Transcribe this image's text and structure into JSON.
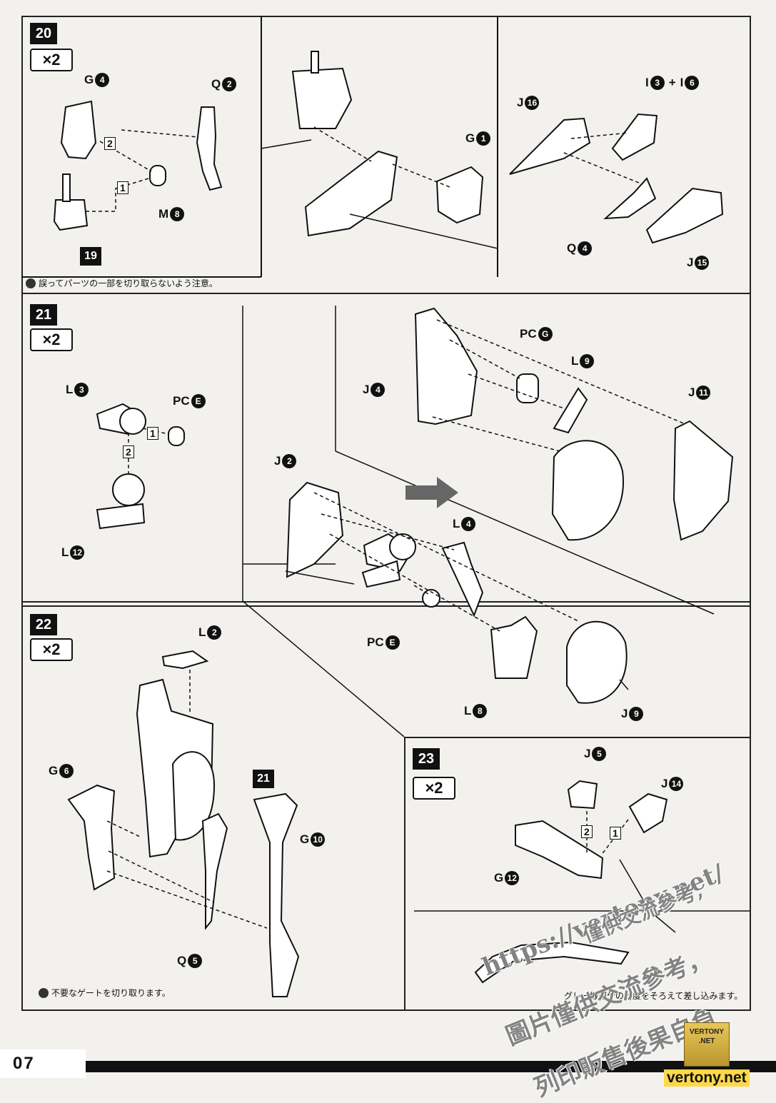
{
  "steps": [
    {
      "number": "20",
      "times": "×2"
    },
    {
      "number": "21",
      "times": "×2"
    },
    {
      "number": "22",
      "times": "×2"
    },
    {
      "number": "23",
      "times": "×2"
    }
  ],
  "step20": {
    "labels": {
      "g4": {
        "letter": "G",
        "num": "4"
      },
      "q2": {
        "letter": "Q",
        "num": "2"
      },
      "m8": {
        "letter": "M",
        "num": "8"
      },
      "g1": {
        "letter": "G",
        "num": "1"
      },
      "j16": {
        "letter": "J",
        "num": "16"
      },
      "i3i6": {
        "letter": "I",
        "num": "3",
        "plus": "+",
        "letter2": "I",
        "num2": "6"
      },
      "q4": {
        "letter": "Q",
        "num": "4"
      },
      "j15": {
        "letter": "J",
        "num": "15"
      }
    },
    "sub_ref": "19",
    "seq": [
      "2",
      "1"
    ],
    "note": "誤ってパーツの一部を切り取らないよう注意。"
  },
  "step21": {
    "labels": {
      "l3": {
        "letter": "L",
        "num": "3"
      },
      "pce1": {
        "letter": "PC",
        "num": "E"
      },
      "l12": {
        "letter": "L",
        "num": "12"
      },
      "pcg": {
        "letter": "PC",
        "num": "G"
      },
      "l9": {
        "letter": "L",
        "num": "9"
      },
      "j4": {
        "letter": "J",
        "num": "4"
      },
      "j11": {
        "letter": "J",
        "num": "11"
      },
      "j2": {
        "letter": "J",
        "num": "2"
      },
      "l4": {
        "letter": "L",
        "num": "4"
      },
      "pce2": {
        "letter": "PC",
        "num": "E"
      },
      "l8": {
        "letter": "L",
        "num": "8"
      },
      "j9": {
        "letter": "J",
        "num": "9"
      }
    },
    "seq": [
      "1",
      "2"
    ]
  },
  "step22": {
    "labels": {
      "l2": {
        "letter": "L",
        "num": "2"
      },
      "g6": {
        "letter": "G",
        "num": "6"
      },
      "g10": {
        "letter": "G",
        "num": "10"
      },
      "q5": {
        "letter": "Q",
        "num": "5"
      }
    },
    "sub_ref": "21",
    "note": "不要なゲートを切り取ります。"
  },
  "step23": {
    "labels": {
      "j5": {
        "letter": "J",
        "num": "5"
      },
      "j14": {
        "letter": "J",
        "num": "14"
      },
      "g12": {
        "letter": "G",
        "num": "12"
      }
    },
    "seq": [
      "2",
      "1"
    ],
    "note": "グレー線部分の角度をそろえて差し込みます。"
  },
  "page_number": "07",
  "watermark": {
    "line1": "https://vertony.net/",
    "line2": "僅供交流參考,",
    "line3": "圖片僅供交流參考，",
    "line4": "列印販售後果自負"
  },
  "logo": {
    "top": "VERTONY",
    "mid": ".NET",
    "url": "vertony.net"
  },
  "colors": {
    "ink": "#111111",
    "paper": "#f2f1ee",
    "part_fill": "#ffffff",
    "logo_gold": "#d9b84a"
  }
}
